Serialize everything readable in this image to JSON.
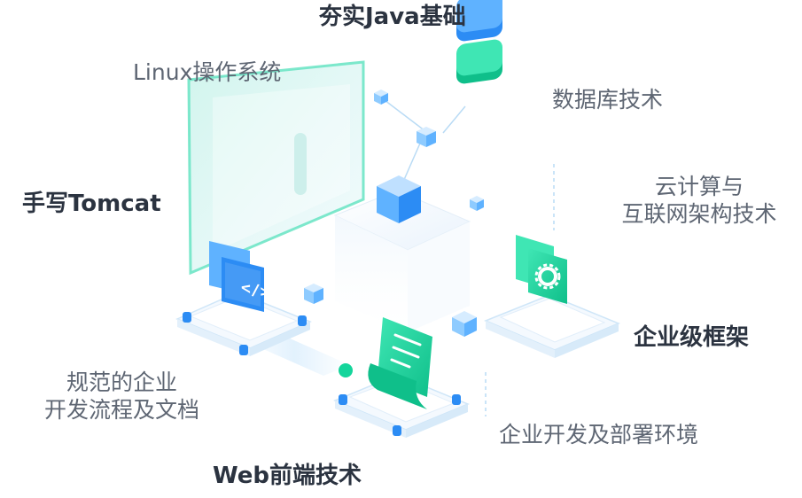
{
  "labels": {
    "java": "夯实Java基础",
    "linux": "Linux操作系统",
    "database": "数据库技术",
    "cloud_line1": "云计算与",
    "cloud_line2": "互联网架构技术",
    "tomcat": "手写Tomcat",
    "framework": "企业级框架",
    "docs_line1": "规范的企业",
    "docs_line2": "开发流程及文档",
    "env": "企业开发及部署环境",
    "web": "Web前端技术"
  },
  "icons": {
    "code": "code-icon",
    "gear": "gear-icon",
    "document": "document-icon",
    "database": "database-icon"
  },
  "colors": {
    "primary_blue": "#2c8cf4",
    "light_blue": "#5fb2ff",
    "teal": "#14d59b",
    "dark_text": "#2b3340",
    "gray_text": "#5e6673",
    "platform": "#eef6fd"
  }
}
